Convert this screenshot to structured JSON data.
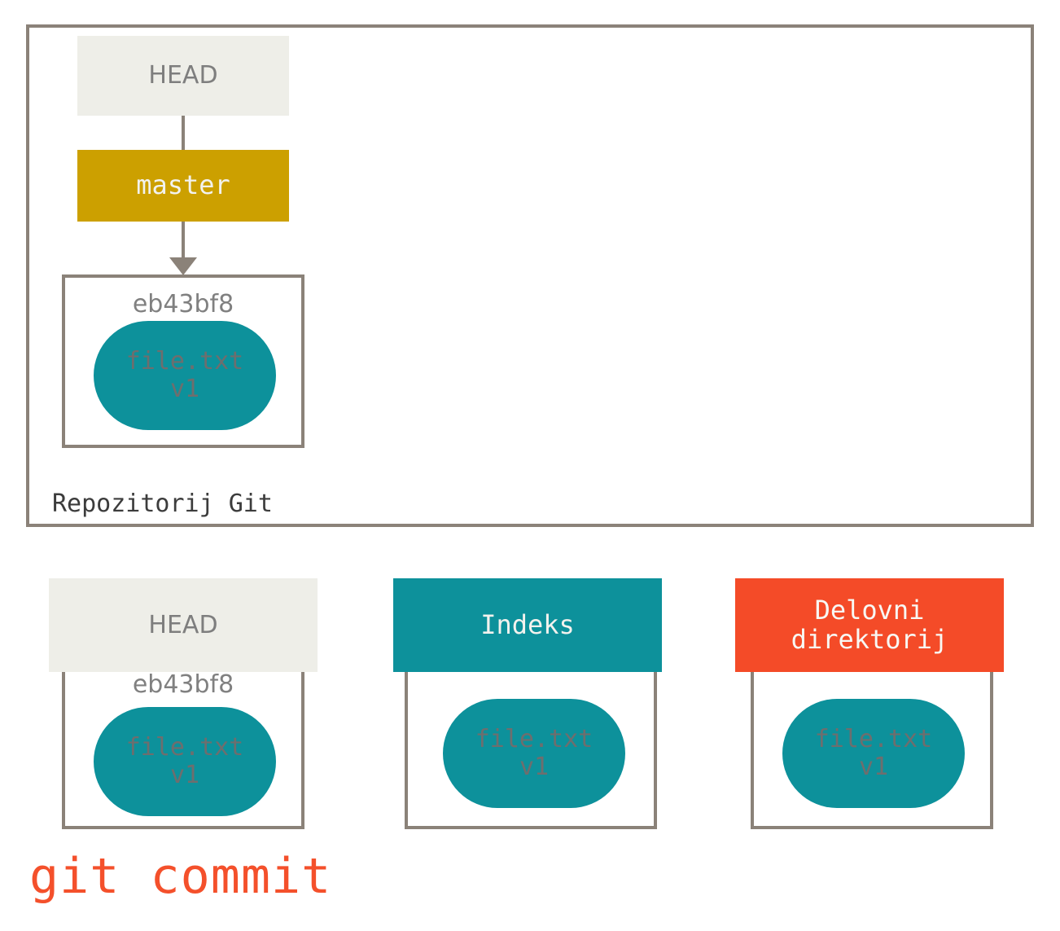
{
  "repository": {
    "label": "Repozitorij Git",
    "head": {
      "label": "HEAD"
    },
    "branch": {
      "label": "master"
    },
    "commit": {
      "hash": "eb43bf8",
      "blob": {
        "filename": "file.txt",
        "version": "v1"
      }
    }
  },
  "areas": [
    {
      "id": "head",
      "title": "HEAD",
      "hash": "eb43bf8",
      "blob": {
        "filename": "file.txt",
        "version": "v1"
      }
    },
    {
      "id": "index",
      "title": "Indeks",
      "hash": "",
      "blob": {
        "filename": "file.txt",
        "version": "v1"
      }
    },
    {
      "id": "workdir",
      "title_line1": "Delovni",
      "title_line2": "direktorij",
      "hash": "",
      "blob": {
        "filename": "file.txt",
        "version": "v1"
      }
    }
  ],
  "command": "git commit",
  "colors": {
    "border_gray": "#8B8279",
    "head_bg": "#EEEEE8",
    "branch_gold": "#CCA000",
    "index_teal": "#0D919B",
    "workdir_orange": "#F44B28",
    "blob_teal": "#0D919B",
    "blob_text": "#6E6E6E",
    "hash_text": "#808080",
    "command_text": "#F4502B",
    "repo_label_text": "#3C3C3C"
  }
}
